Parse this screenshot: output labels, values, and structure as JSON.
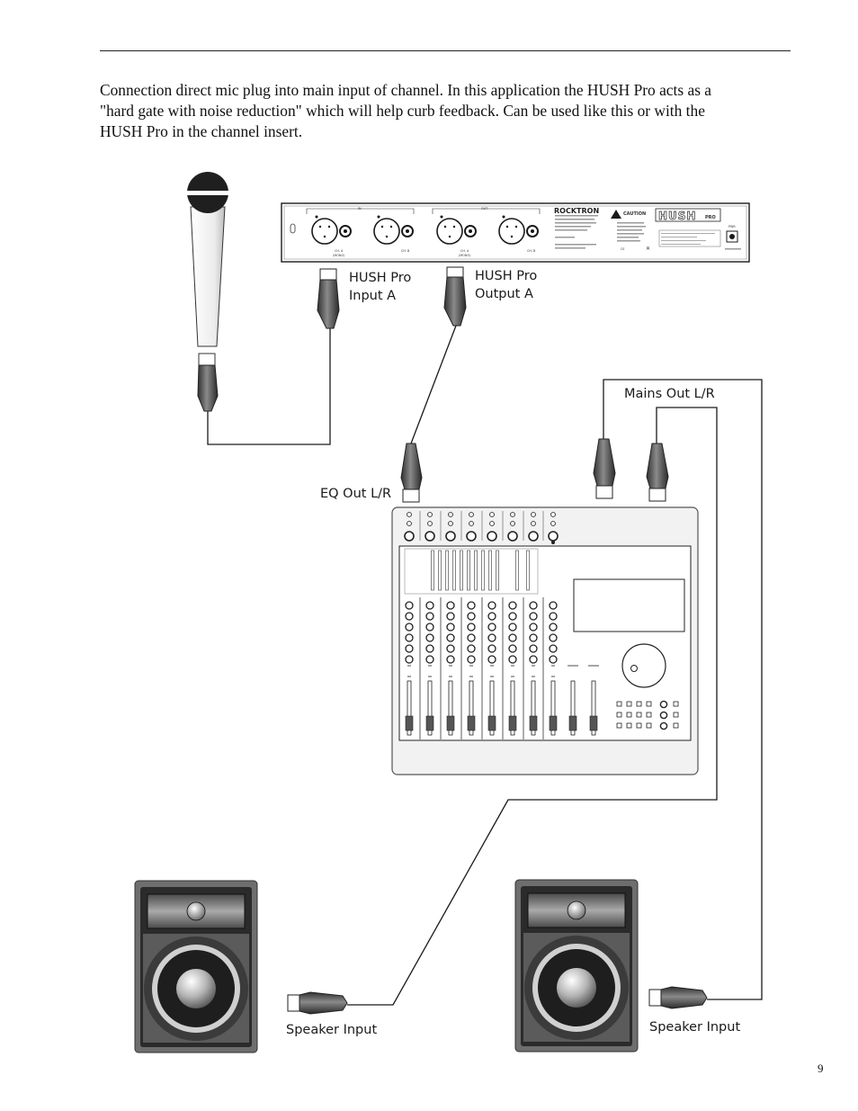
{
  "intro": {
    "line1": "Connection direct mic plug into main input of channel.  In this application the HUSH Pro acts as a",
    "line2": "\"hard gate with noise reduction\" which will help curb feedback.  Can be used like this or with the",
    "line3": "HUSH Pro in the channel insert."
  },
  "labels": {
    "hush_input_1": "HUSH Pro",
    "hush_input_2": "Input A",
    "hush_output_1": "HUSH Pro",
    "hush_output_2": "Output A",
    "mains_out": "Mains Out L/R",
    "eq_out": "EQ Out L/R",
    "speaker_input_left": "Speaker Input",
    "speaker_input_right": "Speaker Input"
  },
  "rack_unit": {
    "brand": "ROCKTRON",
    "model": "HUSH",
    "model_suffix": "PRO",
    "caution": "CAUTION",
    "input_label": "IN",
    "output_label": "OUT",
    "ch_a_in": "CH. A",
    "ch_b_in": "CH. B",
    "ch_a_out": "CH. A",
    "ch_b_out": "CH. B",
    "mono_in": "(MONO)",
    "mono_out": "(MONO)",
    "pwr": "PWR",
    "ce": "CE"
  },
  "page_number": "9",
  "colors": {
    "line": "#1a1a1a",
    "mixer_fill": "#f2f2f2",
    "speaker_cabinet": "#6e6e6e",
    "speaker_inner": "#2b2b2b"
  }
}
